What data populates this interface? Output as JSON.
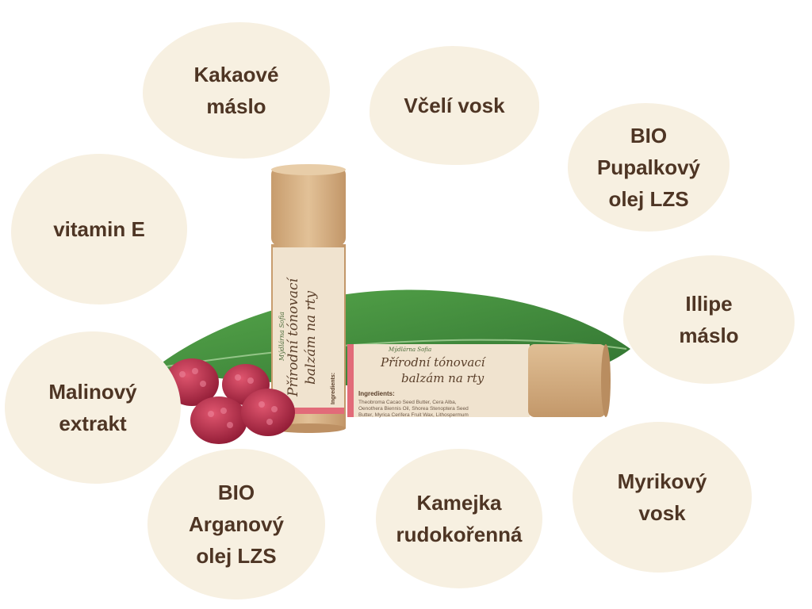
{
  "ingredients": {
    "kakaove_maslo": "Kakaové\nmáslo",
    "celi_vosk": "Včelí vosk",
    "bio_pupalkovy": "BIO\nPupalkový\nolej LZS",
    "vitamin_e": "vitamin E",
    "illipe_maslo": "Illipe\nmáslo",
    "malinovy_extrakt": "Malinový\nextrakt",
    "myrikovy_vosk": "Myrikový\nvosk",
    "bio_arganovy": "BIO\nArganový\nolej LZS",
    "kamejka": "Kamejka\nrudokořenná"
  },
  "product": {
    "label_line1": "Přírodní tónovací",
    "label_line2": "balzám na rty",
    "ingredients_heading": "Ingredients:",
    "ingredients_text_1": "Theobroma Cacao Seed Butter, Cera Alba,",
    "ingredients_text_2": "Oenothera Biennis Oil, Shorea Stenoptera Seed",
    "ingredients_text_3": "Butter, Myrica Cerifera Fruit Wax, Lithospermum",
    "brand": "Mýdlárna Sofia"
  },
  "colors": {
    "blob_fill": "#f7f0e1",
    "text": "#4e3524",
    "kraft": "#d7b48a",
    "label": "#f2e6d2",
    "accent_pink": "#e26b79",
    "leaf": "#3d8a3a",
    "raspberry": "#b32645"
  }
}
